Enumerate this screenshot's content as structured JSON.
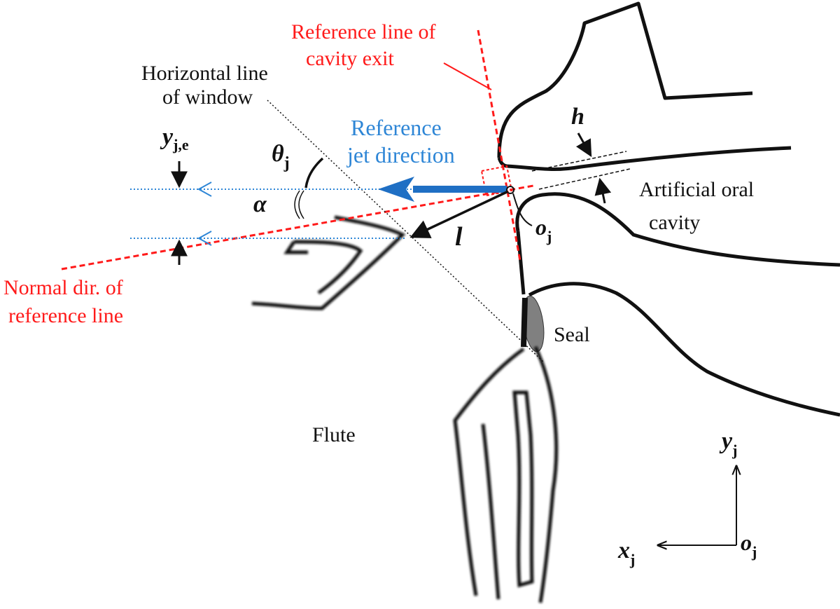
{
  "labels": {
    "reference_line_of": "Reference line of",
    "cavity_exit": "cavity exit",
    "horizontal_line_of": "Horizontal line",
    "of_window": "of window",
    "reference": "Reference",
    "jet_direction": "jet direction",
    "artificial_oral": "Artificial oral",
    "cavity": "cavity",
    "normal_dir_of": "Normal dir. of",
    "reference_line": "reference line",
    "seal": "Seal",
    "flute": "Flute"
  },
  "symbols": {
    "h": "h",
    "theta": "θ",
    "theta_sub": "j",
    "alpha": "α",
    "l": "l",
    "y_je": "y",
    "y_je_sub": "j,e",
    "o_j": "o",
    "o_j_sub": "j",
    "y_j": "y",
    "y_j_sub": "j",
    "x_j": "x",
    "x_j_sub": "j",
    "o_j_axis": "o",
    "o_j_axis_sub": "j"
  },
  "colors": {
    "reference_line": "#ff1a1a",
    "jet_arrow": "#1f6fc4",
    "jet_label": "#2e86d6",
    "outline": "#111111",
    "seal": "#808080"
  }
}
